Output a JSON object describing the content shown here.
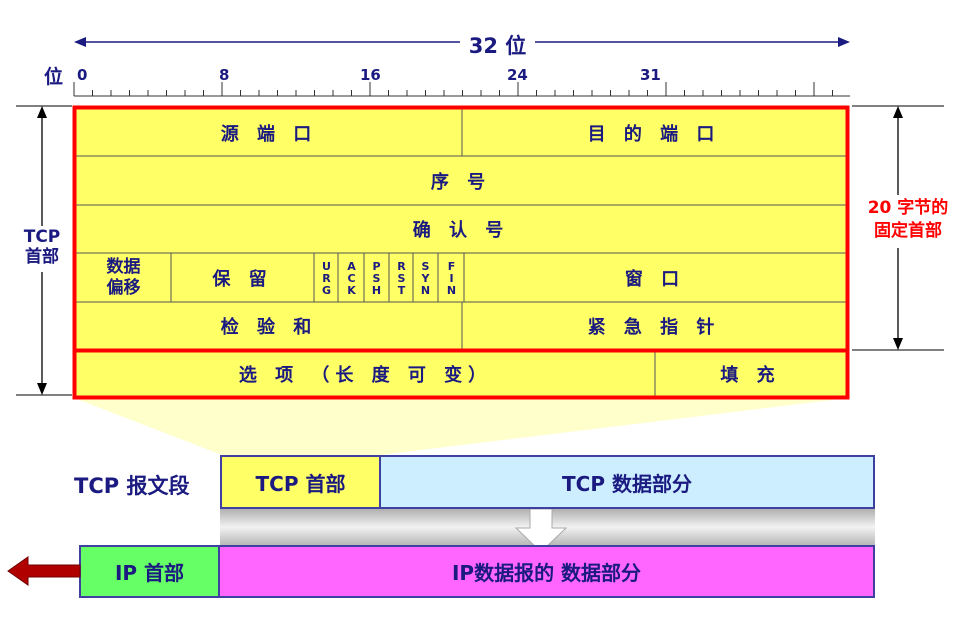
{
  "ruler": {
    "width_label": "32 位",
    "bit_label": "位",
    "ticks": [
      "0",
      "8",
      "16",
      "24",
      "31"
    ]
  },
  "header_fields": {
    "src_port": "源 端 口",
    "dst_port": "目 的 端 口",
    "seq": "序 号",
    "ack": "确 认 号",
    "data_offset": "数据\n偏移",
    "reserved": "保 留",
    "flags": [
      [
        "U",
        "R",
        "G"
      ],
      [
        "A",
        "C",
        "K"
      ],
      [
        "P",
        "S",
        "H"
      ],
      [
        "R",
        "S",
        "T"
      ],
      [
        "S",
        "Y",
        "N"
      ],
      [
        "F",
        "I",
        "N"
      ]
    ],
    "window": "窗 口",
    "checksum": "检 验 和",
    "urgent_ptr": "紧 急 指 针",
    "options": "选 项 （长 度 可 变）",
    "padding": "填 充"
  },
  "side_labels": {
    "tcp_header": "TCP\n首部",
    "fixed_header": "20 字节的\n固定首部"
  },
  "segment": {
    "label": "TCP 报文段",
    "tcp_header": "TCP 首部",
    "tcp_data": "TCP 数据部分"
  },
  "ip": {
    "ip_header": "IP 首部",
    "ip_data": "IP数据报的 数据部分"
  },
  "colors": {
    "field_fill": "#ffff66",
    "header_border": "#ff0000",
    "text": "#1a1a80",
    "tcp_data_fill": "#cceeff",
    "ip_header_fill": "#66ff66",
    "ip_data_fill": "#ff66ff",
    "arrow": "#b00000"
  }
}
